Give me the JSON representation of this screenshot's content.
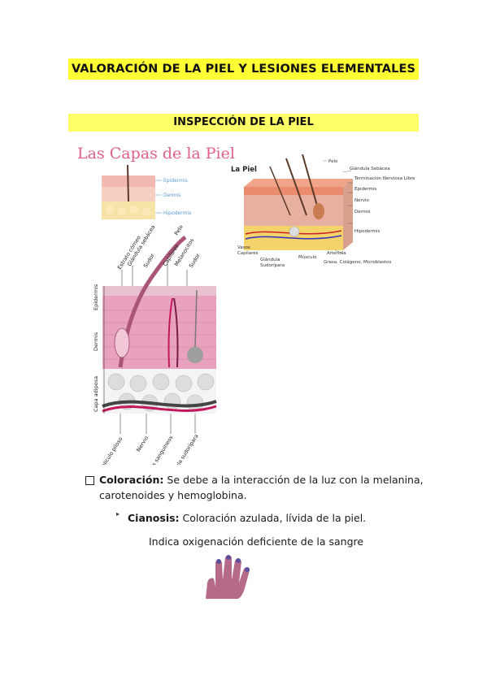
{
  "header": {
    "title": "VALORACIÓN DE LA PIEL Y LESIONES ELEMENTALES",
    "section": "INSPECCIÓN DE LA PIEL"
  },
  "figure_capas": {
    "title": "Las Capas de la Piel",
    "labels": [
      "Epidermis",
      "Dermis",
      "Hipodermis"
    ]
  },
  "figure_piel": {
    "title": "La Piel",
    "labels": {
      "pelo": "Pelo",
      "glandula_sebacea": "Glándula Sebácea",
      "terminacion": "Terminación Nerviosa Libre",
      "epidermis": "Epidermis",
      "nervio": "Nervio",
      "dermis": "Dermis",
      "hipodermis": "Hipodermis",
      "vasos": "Vasos",
      "capilares": "Capilares",
      "glandula": "Glándula",
      "sudoripara": "Sudorípara",
      "musculo": "Músculo",
      "arteriola": "Arteriola",
      "grasa": "Grasa, Colágeno, Microblastos"
    }
  },
  "figure_section": {
    "top_labels": [
      "Estrato córneo",
      "Glándula sebácea",
      "Pelo",
      "Sudor",
      "Capilares",
      "Melanocitos",
      "Sudor"
    ],
    "side_labels": [
      "Epidermis",
      "Dermis",
      "Capa adiposa"
    ],
    "bottom_labels": [
      "Folículo piloso",
      "Nervio",
      "Vasos sanguíneos",
      "Glándula sudorípara"
    ]
  },
  "content": {
    "coloracion_label": "Coloración:",
    "coloracion_text": " Se debe a la interacción de la luz con la melanina, carotenoides y hemoglobina.",
    "cianosis_label": "Cianosis:",
    "cianosis_text": " Coloración azulada, lívida de la piel.",
    "indica": "Indica oxigenación deficiente de la sangre"
  },
  "icons": {
    "checkbox_bullet": "checkbox-bullet-icon",
    "sub_bullet": "arrow-bullet-icon"
  },
  "colors": {
    "highlight": "#ffff33",
    "title_pink": "#e0608a",
    "label_blue": "#5b9bd5"
  }
}
